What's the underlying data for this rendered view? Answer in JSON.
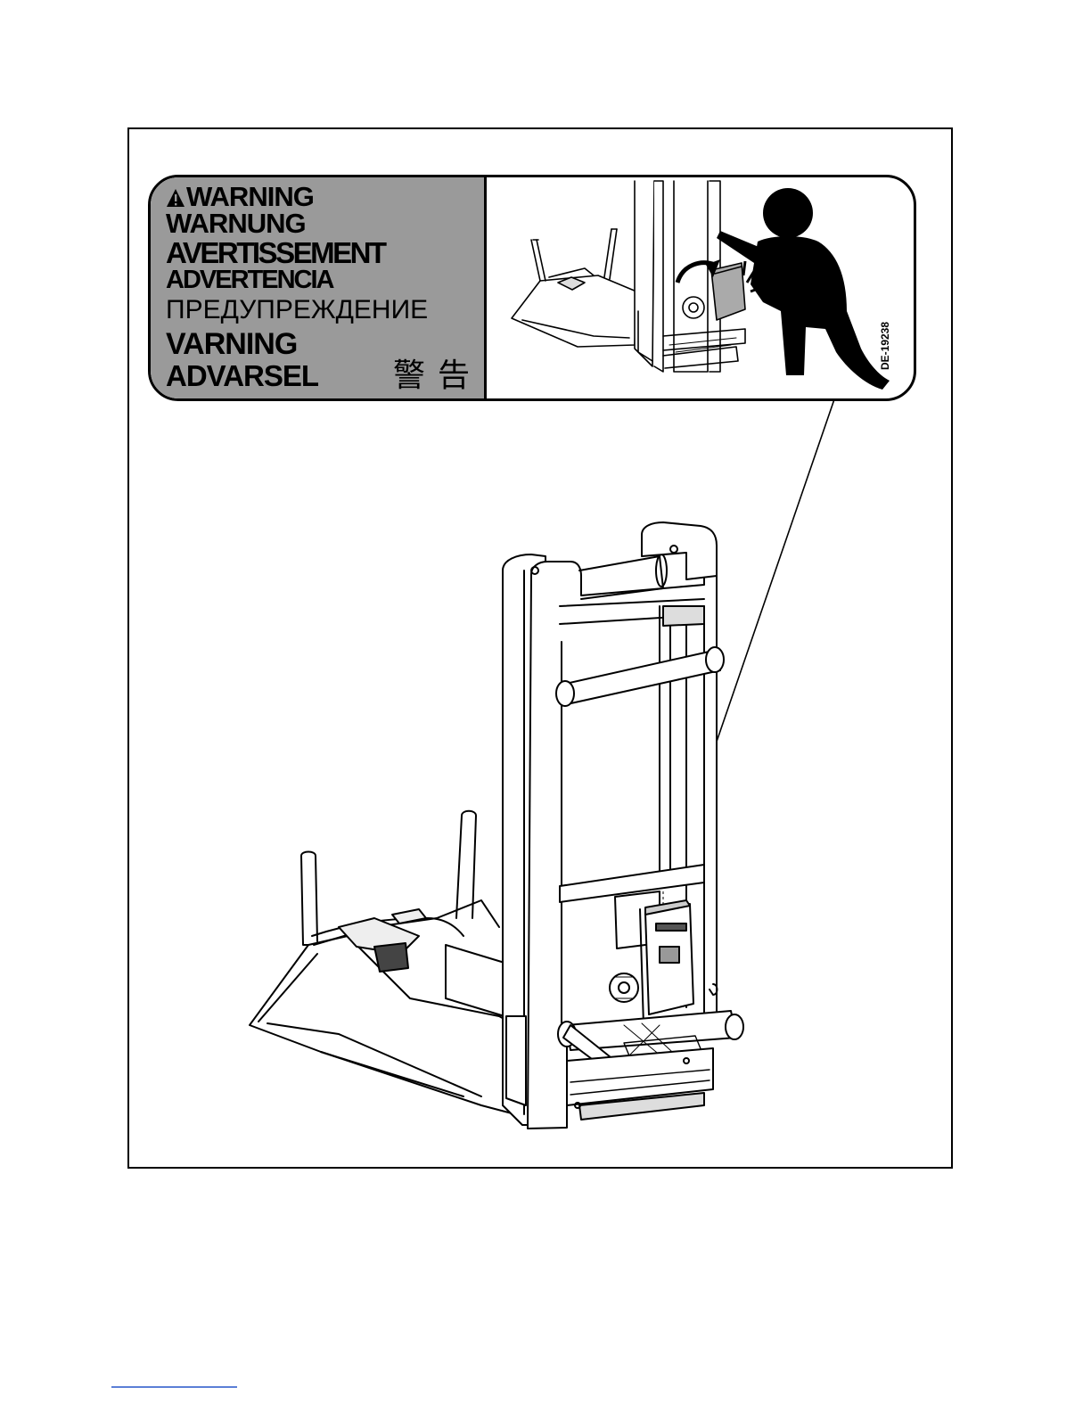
{
  "label": {
    "languages": {
      "en": "WARNING",
      "de": "WARNUNG",
      "fr": "AVERTISSEMENT",
      "es": "ADVERTENCIA",
      "ru": "ПРЕДУПРЕЖДЕНИЕ",
      "sv": "VARNING",
      "da": "ADVARSEL",
      "zh": "警告"
    },
    "code": "DE-19238",
    "icons": [
      "warning-triangle-icon",
      "pinch-hazard-pictogram",
      "impact-marks-icon",
      "rotation-arrow-icon"
    ]
  },
  "illustration": {
    "subject": "folded-treadmill"
  },
  "colors": {
    "label_left_bg": "#9a9a9a",
    "outline": "#000000",
    "footer_rule": "#5b7fd6"
  }
}
